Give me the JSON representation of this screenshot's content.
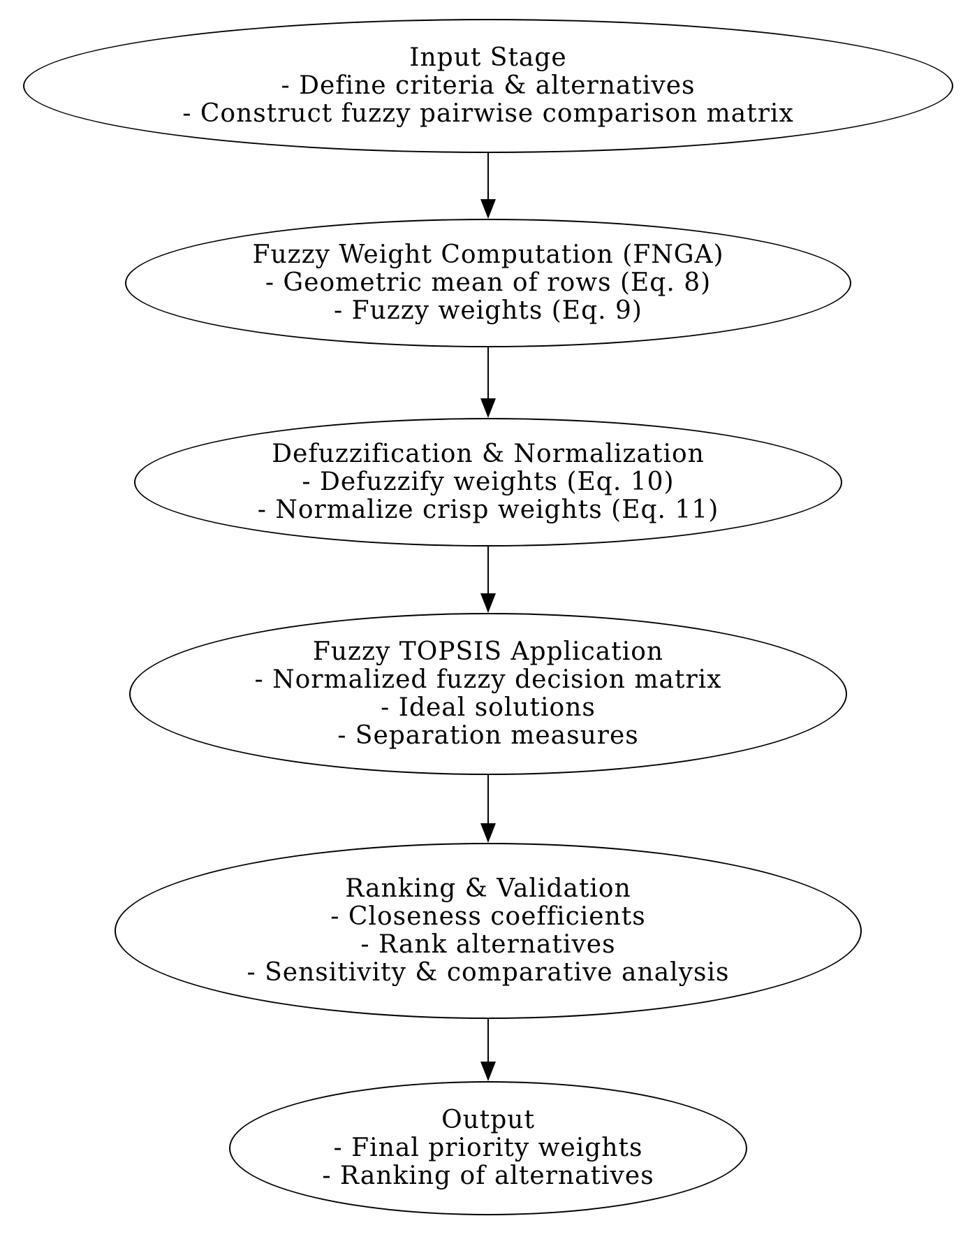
{
  "diagram": {
    "type": "flowchart",
    "background_color": "#ffffff",
    "stroke_color": "#000000",
    "text_color": "#000000",
    "nodes": [
      {
        "title": "Input Stage",
        "lines": [
          "- Define criteria & alternatives",
          "- Construct fuzzy pairwise comparison matrix"
        ]
      },
      {
        "title": "Fuzzy Weight Computation (FNGA)",
        "lines": [
          "- Geometric mean of rows (Eq. 8)",
          "- Fuzzy weights (Eq. 9)"
        ]
      },
      {
        "title": "Defuzzification & Normalization",
        "lines": [
          "- Defuzzify weights (Eq. 10)",
          "- Normalize crisp weights (Eq. 11)"
        ]
      },
      {
        "title": "Fuzzy TOPSIS Application",
        "lines": [
          "- Normalized fuzzy decision matrix",
          "- Ideal solutions",
          "- Separation measures"
        ]
      },
      {
        "title": "Ranking & Validation",
        "lines": [
          "- Closeness coefficients",
          "- Rank alternatives",
          "- Sensitivity & comparative analysis"
        ]
      },
      {
        "title": "Output",
        "lines": [
          "- Final priority weights",
          "- Ranking of alternatives"
        ]
      }
    ],
    "edges": [
      {
        "from": "Input Stage",
        "to": "Fuzzy Weight Computation (FNGA)"
      },
      {
        "from": "Fuzzy Weight Computation (FNGA)",
        "to": "Defuzzification & Normalization"
      },
      {
        "from": "Defuzzification & Normalization",
        "to": "Fuzzy TOPSIS Application"
      },
      {
        "from": "Fuzzy TOPSIS Application",
        "to": "Ranking & Validation"
      },
      {
        "from": "Ranking & Validation",
        "to": "Output"
      }
    ]
  }
}
